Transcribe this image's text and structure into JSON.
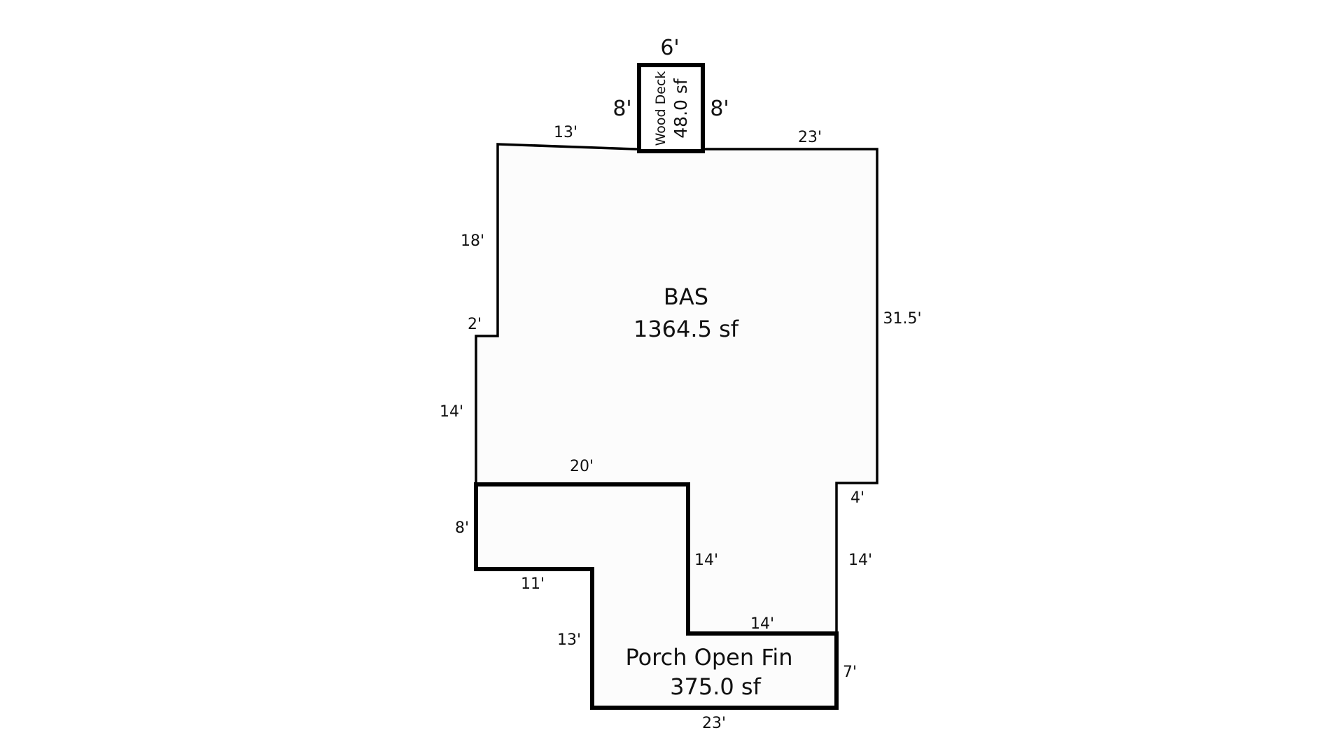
{
  "areas": {
    "bas": {
      "name": "BAS",
      "area": "1364.5 sf"
    },
    "porch": {
      "name": "Porch Open Fin",
      "area": "375.0 sf"
    },
    "deck": {
      "name": "Wood Deck",
      "area": "48.0 sf"
    }
  },
  "dimensions": {
    "deck_top": "6'",
    "deck_left": "8'",
    "deck_right": "8'",
    "bas_top_left": "13'",
    "bas_top_right": "23'",
    "bas_left_upper": "18'",
    "bas_left_notch": "2'",
    "bas_left_lower": "14'",
    "bas_right": "31.5'",
    "bas_right_notch": "4'",
    "bas_right_lower": "14'",
    "porch_top": "20'",
    "porch_left": "8'",
    "porch_step": "11'",
    "porch_inner": "14'",
    "porch_inner_bottom": "14'",
    "porch_lower_left": "13'",
    "porch_right": "7'",
    "porch_bottom": "23'"
  },
  "colors": {
    "fill": "#fcfcfc",
    "stroke": "#000000",
    "background": "#ffffff"
  }
}
